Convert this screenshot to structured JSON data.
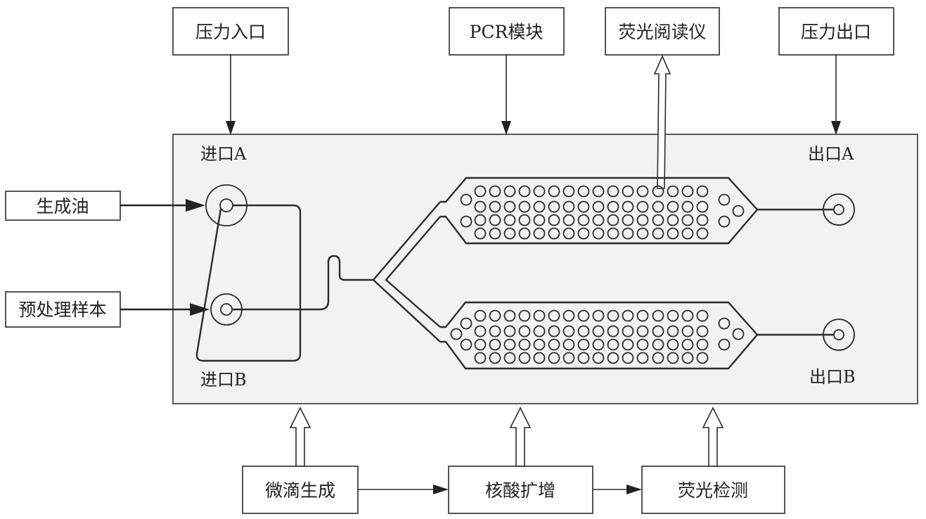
{
  "diagram": {
    "top_boxes": [
      {
        "id": "pressure-inlet",
        "label": "压力入口"
      },
      {
        "id": "pcr-module",
        "label": "PCR模块"
      },
      {
        "id": "fluorescence-reader",
        "label": "荧光阅读仪"
      },
      {
        "id": "pressure-outlet",
        "label": "压力出口"
      }
    ],
    "left_boxes": [
      {
        "id": "generation-oil",
        "label": "生成油"
      },
      {
        "id": "pretreated-sample",
        "label": "预处理样本"
      }
    ],
    "bottom_boxes": [
      {
        "id": "droplet-generation",
        "label": "微滴生成"
      },
      {
        "id": "nucleic-acid-amplification",
        "label": "核酸扩增"
      },
      {
        "id": "fluorescence-detection",
        "label": "荧光检测"
      }
    ],
    "chip_ports": {
      "inlet_a": "进口A",
      "inlet_b": "进口B",
      "outlet_a": "出口A",
      "outlet_b": "出口B"
    },
    "chambers": [
      {
        "id": "chamber-top",
        "rows": 4,
        "cols": 16
      },
      {
        "id": "chamber-bottom",
        "rows": 4,
        "cols": 16
      }
    ]
  }
}
